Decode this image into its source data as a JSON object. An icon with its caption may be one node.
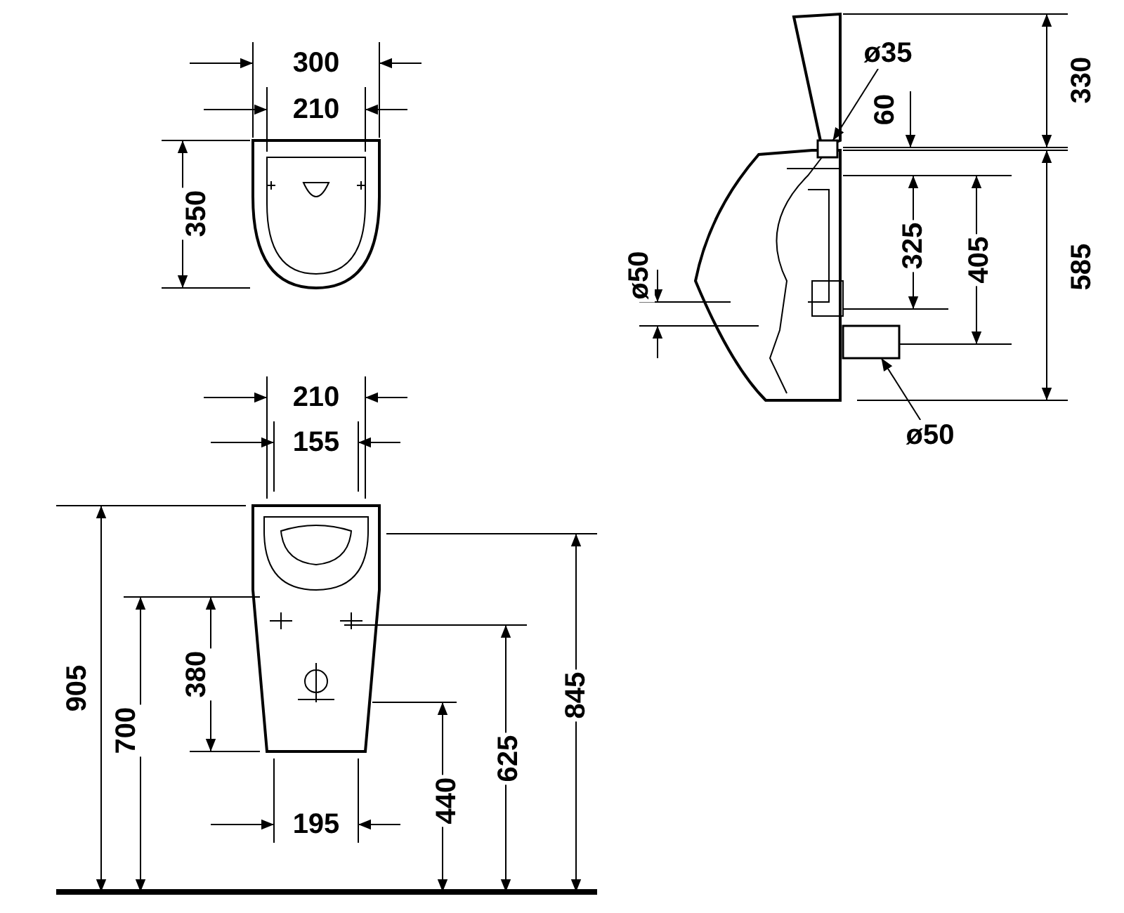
{
  "diagram": {
    "nodes": [
      {
        "text": [
          "ø35"
        ]
      },
      {
        "text": [],
        "shape": "box"
      },
      {
        "text": [
          "ø50"
        ]
      },
      {
        "text": [],
        "shape": "box"
      }
    ],
    "edges": [
      {
        "from": 0,
        "to": 1,
        "arrow": "to"
      },
      {
        "from": 2,
        "to": 3,
        "arrow": "to"
      }
    ],
    "labels": [
      "300",
      "210",
      "350",
      "330",
      "60",
      "325",
      "405",
      "585",
      "ø50",
      "210",
      "155",
      "905",
      "700",
      "380",
      "845",
      "625",
      "440",
      "195"
    ]
  }
}
